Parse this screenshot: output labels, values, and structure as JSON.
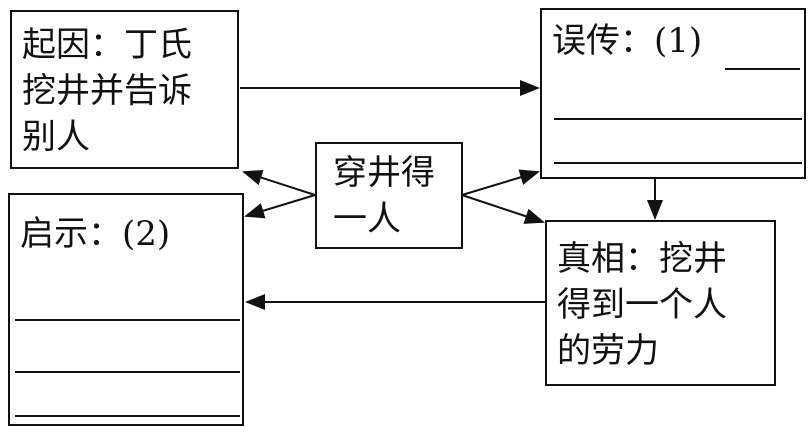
{
  "cause": {
    "lines": [
      "起因：丁氏",
      "挖井并告诉",
      "别人"
    ]
  },
  "misreport": {
    "label": "误传：(1)"
  },
  "center": {
    "lines": [
      "穿井得",
      "一人"
    ]
  },
  "lesson": {
    "label": "启示：(2)"
  },
  "truth": {
    "lines": [
      "真相：挖井",
      "得到一个人",
      "的劳力"
    ]
  }
}
